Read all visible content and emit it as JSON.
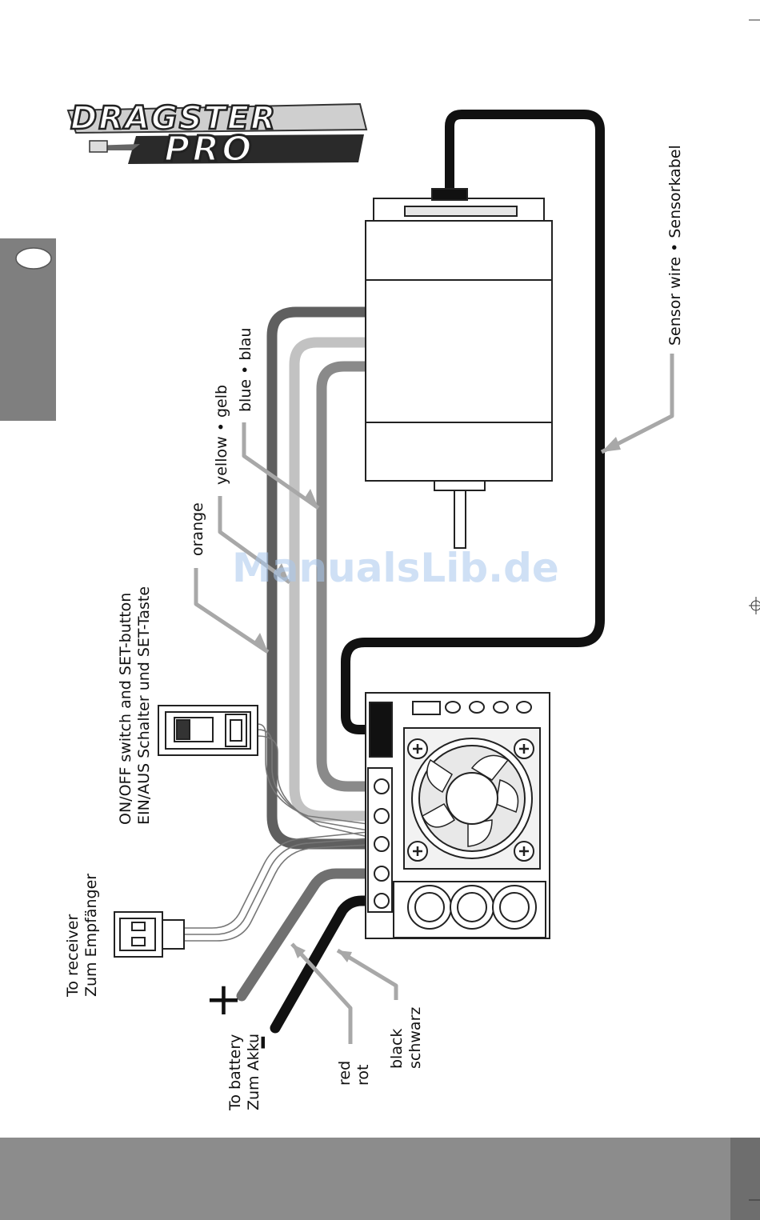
{
  "logo": {
    "line1": "DRAGSTER",
    "line2": "PRO"
  },
  "labels": {
    "sensor_wire": "Sensor wire • Sensorkabel",
    "blue": "blue • blau",
    "yellow": "yellow • gelb",
    "orange": "orange",
    "switch_en": "ON/OFF switch and SET-button",
    "switch_de": "EIN/AUS Schalter und SET-Taste",
    "receiver_en": "To receiver",
    "receiver_de": "Zum Empfänger",
    "battery_en": "To battery",
    "battery_de": "Zum Akku",
    "red_en": "red",
    "red_de": "rot",
    "black_en": "black",
    "black_de": "schwarz",
    "plus": "+",
    "minus": "-"
  },
  "watermark": "ManualsLib.de",
  "colors": {
    "black_wire": "#111111",
    "blue_wire": "#8a8a8a",
    "yellow_wire": "#c2c2c2",
    "orange_wire": "#5f5f5f",
    "red_wire": "#707070",
    "pointer": "#a8a8a8",
    "side_tab": "#7f7f7f",
    "footer": "#8c8c8c"
  }
}
